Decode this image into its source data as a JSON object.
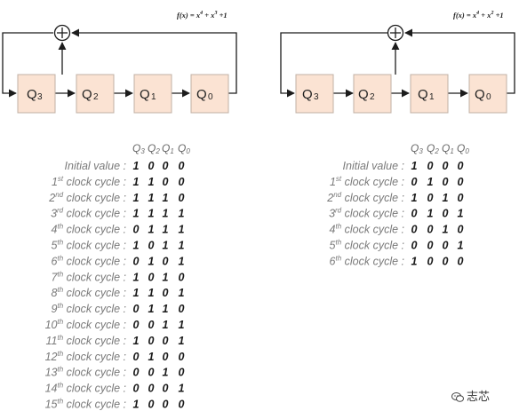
{
  "left": {
    "equation": {
      "prefix": "f(x) = x",
      "e1": "4",
      "mid": " + x",
      "e2": "3",
      "suffix": " +1"
    },
    "registers": [
      {
        "main": "Q",
        "sub": "3"
      },
      {
        "main": "Q",
        "sub": "2"
      },
      {
        "main": "Q",
        "sub": "1"
      },
      {
        "main": "Q",
        "sub": "0"
      }
    ],
    "table_header": [
      "Q3",
      "Q2",
      "Q1",
      "Q0"
    ],
    "rows": [
      {
        "base": "Initial value :",
        "sup": "",
        "rest": "",
        "bits": [
          "1",
          "0",
          "0",
          "0"
        ]
      },
      {
        "base": "1",
        "sup": "st",
        "rest": " clock cycle :",
        "bits": [
          "1",
          "1",
          "0",
          "0"
        ]
      },
      {
        "base": "2",
        "sup": "nd",
        "rest": " clock cycle :",
        "bits": [
          "1",
          "1",
          "1",
          "0"
        ]
      },
      {
        "base": "3",
        "sup": "rd",
        "rest": " clock cycle :",
        "bits": [
          "1",
          "1",
          "1",
          "1"
        ]
      },
      {
        "base": "4",
        "sup": "th",
        "rest": " clock cycle :",
        "bits": [
          "0",
          "1",
          "1",
          "1"
        ]
      },
      {
        "base": "5",
        "sup": "th",
        "rest": " clock cycle :",
        "bits": [
          "1",
          "0",
          "1",
          "1"
        ]
      },
      {
        "base": "6",
        "sup": "th",
        "rest": " clock cycle :",
        "bits": [
          "0",
          "1",
          "0",
          "1"
        ]
      },
      {
        "base": "7",
        "sup": "th",
        "rest": " clock cycle :",
        "bits": [
          "1",
          "0",
          "1",
          "0"
        ]
      },
      {
        "base": "8",
        "sup": "th",
        "rest": " clock cycle :",
        "bits": [
          "1",
          "1",
          "0",
          "1"
        ]
      },
      {
        "base": "9",
        "sup": "th",
        "rest": " clock cycle :",
        "bits": [
          "0",
          "1",
          "1",
          "0"
        ]
      },
      {
        "base": "10",
        "sup": "th",
        "rest": " clock cycle :",
        "bits": [
          "0",
          "0",
          "1",
          "1"
        ]
      },
      {
        "base": "11",
        "sup": "th",
        "rest": " clock cycle :",
        "bits": [
          "1",
          "0",
          "0",
          "1"
        ]
      },
      {
        "base": "12",
        "sup": "th",
        "rest": " clock cycle :",
        "bits": [
          "0",
          "1",
          "0",
          "0"
        ]
      },
      {
        "base": "13",
        "sup": "th",
        "rest": " clock cycle :",
        "bits": [
          "0",
          "0",
          "1",
          "0"
        ]
      },
      {
        "base": "14",
        "sup": "th",
        "rest": " clock cycle :",
        "bits": [
          "0",
          "0",
          "0",
          "1"
        ]
      },
      {
        "base": "15",
        "sup": "th",
        "rest": " clock cycle :",
        "bits": [
          "1",
          "0",
          "0",
          "0"
        ]
      }
    ]
  },
  "right": {
    "equation": {
      "prefix": "f(x) = x",
      "e1": "4",
      "mid": " + x",
      "e2": "2",
      "suffix": " +1"
    },
    "registers": [
      {
        "main": "Q",
        "sub": "3"
      },
      {
        "main": "Q",
        "sub": "2"
      },
      {
        "main": "Q",
        "sub": "1"
      },
      {
        "main": "Q",
        "sub": "0"
      }
    ],
    "table_header": [
      "Q3",
      "Q2",
      "Q1",
      "Q0"
    ],
    "rows": [
      {
        "base": "Initial value :",
        "sup": "",
        "rest": "",
        "bits": [
          "1",
          "0",
          "0",
          "0"
        ]
      },
      {
        "base": "1",
        "sup": "st",
        "rest": " clock cycle :",
        "bits": [
          "0",
          "1",
          "0",
          "0"
        ]
      },
      {
        "base": "2",
        "sup": "nd",
        "rest": " clock cycle :",
        "bits": [
          "1",
          "0",
          "1",
          "0"
        ]
      },
      {
        "base": "3",
        "sup": "rd",
        "rest": " clock cycle :",
        "bits": [
          "0",
          "1",
          "0",
          "1"
        ]
      },
      {
        "base": "4",
        "sup": "th",
        "rest": " clock cycle :",
        "bits": [
          "0",
          "0",
          "1",
          "0"
        ]
      },
      {
        "base": "5",
        "sup": "th",
        "rest": " clock cycle :",
        "bits": [
          "0",
          "0",
          "0",
          "1"
        ]
      },
      {
        "base": "6",
        "sup": "th",
        "rest": " clock cycle :",
        "bits": [
          "1",
          "0",
          "0",
          "0"
        ]
      }
    ]
  },
  "watermark": {
    "text": "志芯",
    "icon": "wechat-icon"
  }
}
